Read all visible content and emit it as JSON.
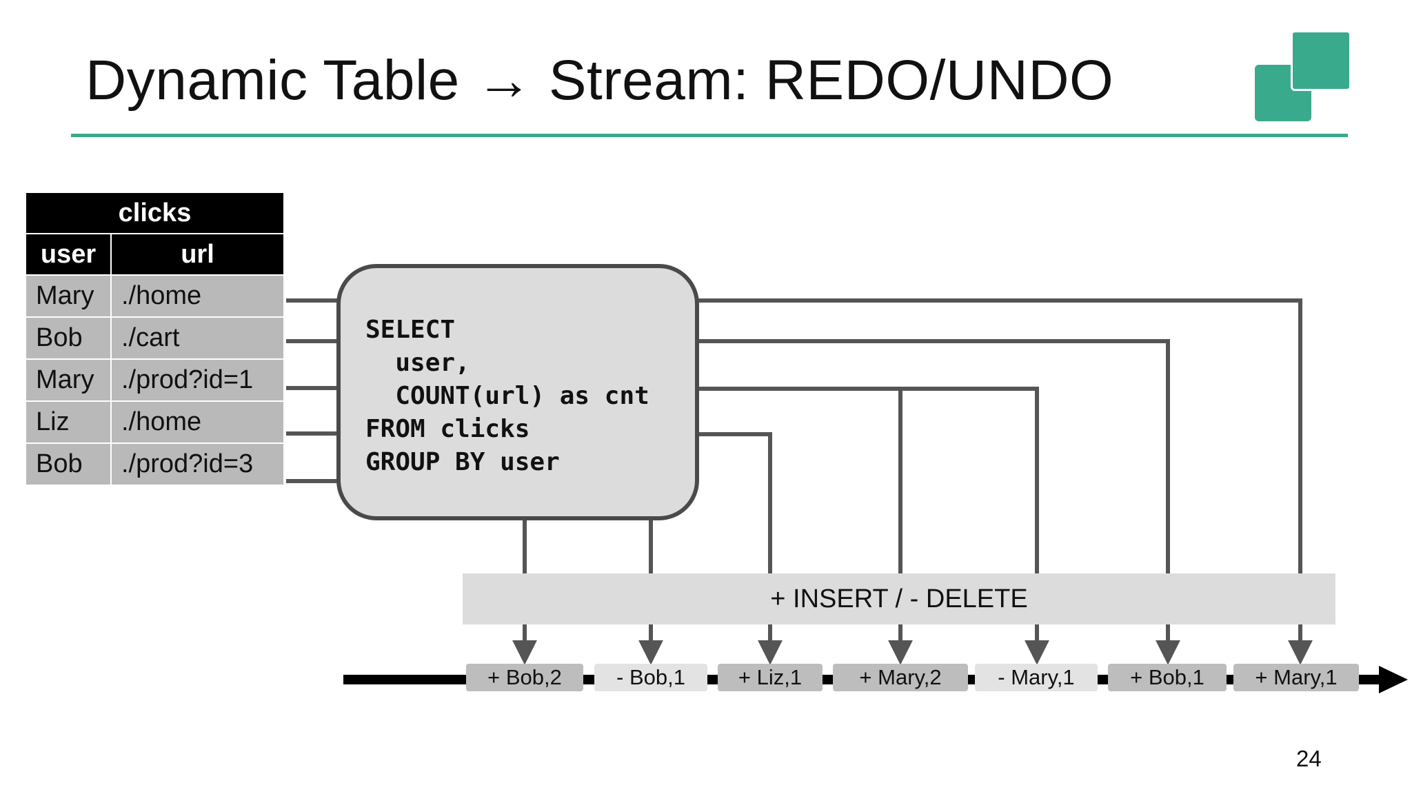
{
  "title": "Dynamic Table → Stream: REDO/UNDO",
  "colors": {
    "accent": "#3aaa8c",
    "dark_line": "#555555",
    "cell": "#b9b9b9",
    "box": "#dcdcdc",
    "event_dark": "#bdbdbd",
    "event_light": "#e3e3e3"
  },
  "logo": {
    "icon": "two-squares-logo"
  },
  "table": {
    "name": "clicks",
    "columns": [
      "user",
      "url"
    ],
    "rows": [
      {
        "user": "Mary",
        "url": "./home"
      },
      {
        "user": "Bob",
        "url": "./cart"
      },
      {
        "user": "Mary",
        "url": "./prod?id=1"
      },
      {
        "user": "Liz",
        "url": "./home"
      },
      {
        "user": "Bob",
        "url": "./prod?id=3"
      }
    ]
  },
  "query": {
    "lines": [
      "SELECT",
      "  user,",
      "  COUNT(url) as cnt",
      "FROM clicks",
      "GROUP BY user"
    ]
  },
  "band_label": "+ INSERT / - DELETE",
  "events": [
    {
      "label": "+ Bob,2",
      "style": "dark"
    },
    {
      "label": "- Bob,1",
      "style": "light"
    },
    {
      "label": "+ Liz,1",
      "style": "dark"
    },
    {
      "label": "+ Mary,2",
      "style": "dark"
    },
    {
      "label": "- Mary,1",
      "style": "light"
    },
    {
      "label": "+ Bob,1",
      "style": "dark"
    },
    {
      "label": "+ Mary,1",
      "style": "dark"
    }
  ],
  "page_number": "24"
}
